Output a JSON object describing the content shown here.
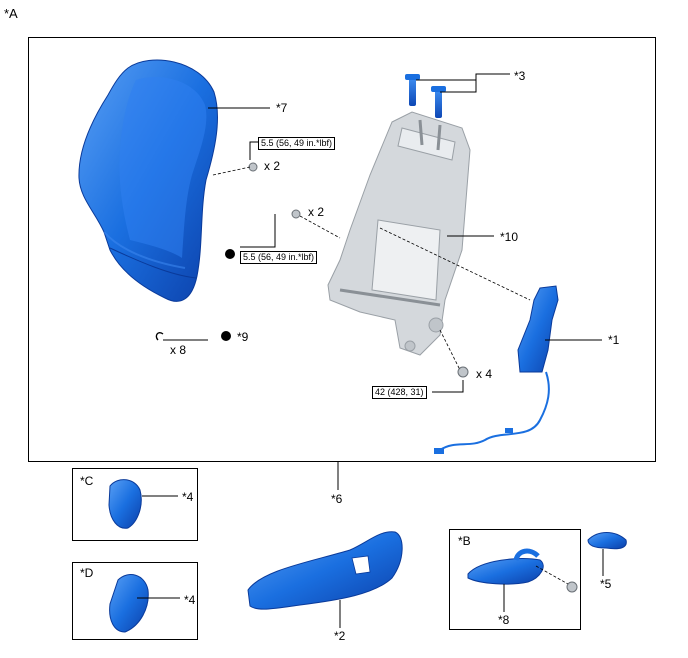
{
  "figure": {
    "view_a": "*A",
    "view_b": "*B",
    "view_c": "*C",
    "view_d": "*D"
  },
  "callouts": {
    "c1": "*1",
    "c2": "*2",
    "c3": "*3",
    "c4_c": "*4",
    "c4_d": "*4",
    "c5": "*5",
    "c6": "*6",
    "c7": "*7",
    "c8": "*8",
    "c9": "*9",
    "c10": "*10"
  },
  "quantities": {
    "hog_ring": "x 8",
    "nut_upper": "x 2",
    "nut_mid": "x 2",
    "bolt_lower": "x 4"
  },
  "torque": {
    "t_upper": "5.5 (56, 49 in.*lbf)",
    "t_mid": "5.5 (56, 49 in.*lbf)",
    "t_lower": "42 (428, 31)"
  },
  "colors": {
    "part_blue": "#1a6fe0",
    "part_blue_dark": "#0c3fa8",
    "part_blue_light": "#5aa0f5",
    "frame_gray": "#d4d8dc",
    "frame_gray_dark": "#9aa0a6"
  }
}
